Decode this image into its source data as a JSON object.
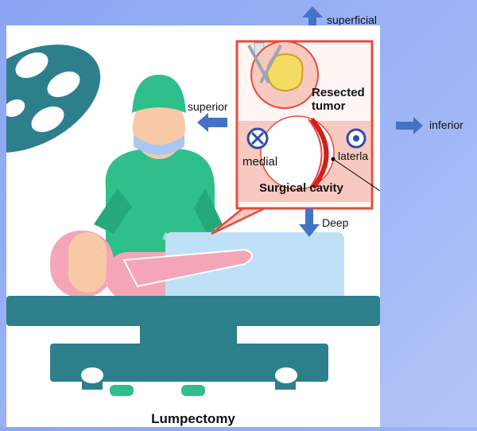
{
  "orientation": {
    "superficial": "superficial",
    "superior": "superior",
    "inferior": "inferior",
    "deep": "Deep",
    "medial": "medial",
    "lateral": "laterla"
  },
  "callout": {
    "resected_line1": "Resected",
    "resected_line2": "tumor",
    "cavity": "Surgical cavity"
  },
  "caption": "Lumpectomy",
  "colors": {
    "background": "#9db4f5",
    "arrow": "#4472c4",
    "surgeon": "#2fbf8a",
    "table": "#2d7f8c",
    "callout_border": "#e8493b",
    "callout_fill": "#f7c9c0",
    "tumor": "#f4dc63",
    "margin": "#d21f1f",
    "patient_skin": "#f4a6b8",
    "sheet": "#bfe1f7"
  }
}
